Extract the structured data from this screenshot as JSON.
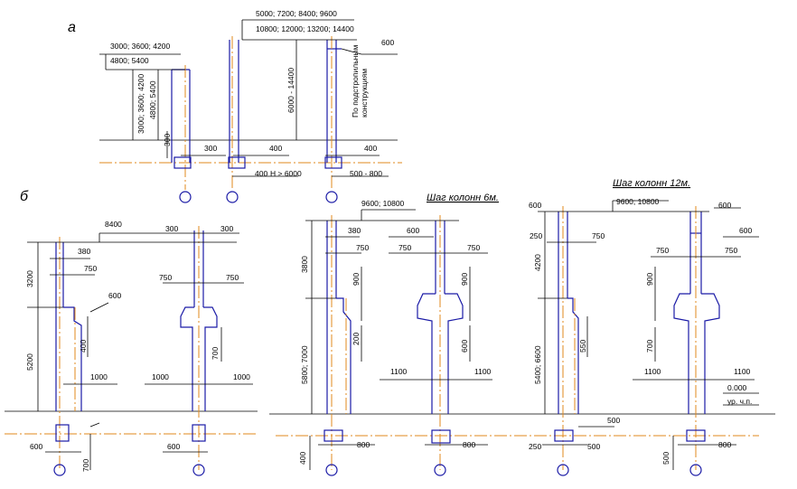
{
  "labels": {
    "a": "а",
    "b": "б",
    "s6": "Шаг колонн 6м.",
    "s12": "Шаг колонн 12м.",
    "t1": "3000; 3600; 4200",
    "t2": "4800; 5400",
    "t3": "5000; 7200; 8400; 9600",
    "t4": "10800; 12000; 13200; 14400",
    "t5": "600",
    "t6": "3000; 3600; 4200",
    "t7": "4800; 5400",
    "t8": "300",
    "t9": "6000 - 14400",
    "t10": "По подстропильным",
    "t11": "конструкциям",
    "t12": "300",
    "t13": "400",
    "t14": "400",
    "t15": "400",
    "t16": "H > 6000",
    "t17": "500 - 800",
    "l1": "8400",
    "l2": "300",
    "l3": "300",
    "l4": "380",
    "l5": "750",
    "l6": "600",
    "l7": "3200",
    "l8": "5200",
    "l9": "400",
    "l10": "1000",
    "l11": "750",
    "l12": "750",
    "l13": "700",
    "l14": "1000",
    "l15": "1000",
    "l16": "600",
    "l17": "700",
    "l18": "600",
    "m1": "9600; 10800",
    "m2": "380",
    "m3": "600",
    "m4": "750",
    "m5": "750",
    "m6": "750",
    "m7": "3800",
    "m8": "900",
    "m9": "900",
    "m10": "5800; 7000",
    "m11": "200",
    "m12": "600",
    "m13": "1100",
    "m14": "1100",
    "m15": "800",
    "m16": "800",
    "m17": "400",
    "r1": "600",
    "r2": "9600; 10800",
    "r3": "600",
    "r4": "250",
    "r5": "750",
    "r6": "600",
    "r7": "750",
    "r8": "750",
    "r9": "4200",
    "r10": "900",
    "r11": "5400; 6600",
    "r12": "550",
    "r13": "700",
    "r14": "1100",
    "r15": "1100",
    "r16": "0.000",
    "r17": "ур. ч.п.",
    "r18": "500",
    "r19": "250",
    "r20": "500",
    "r21": "800",
    "r22": "500"
  },
  "colors": {
    "column_outline": "#1a1aa6",
    "axis_line": "#e08a1e",
    "dimension_line": "#000000"
  }
}
